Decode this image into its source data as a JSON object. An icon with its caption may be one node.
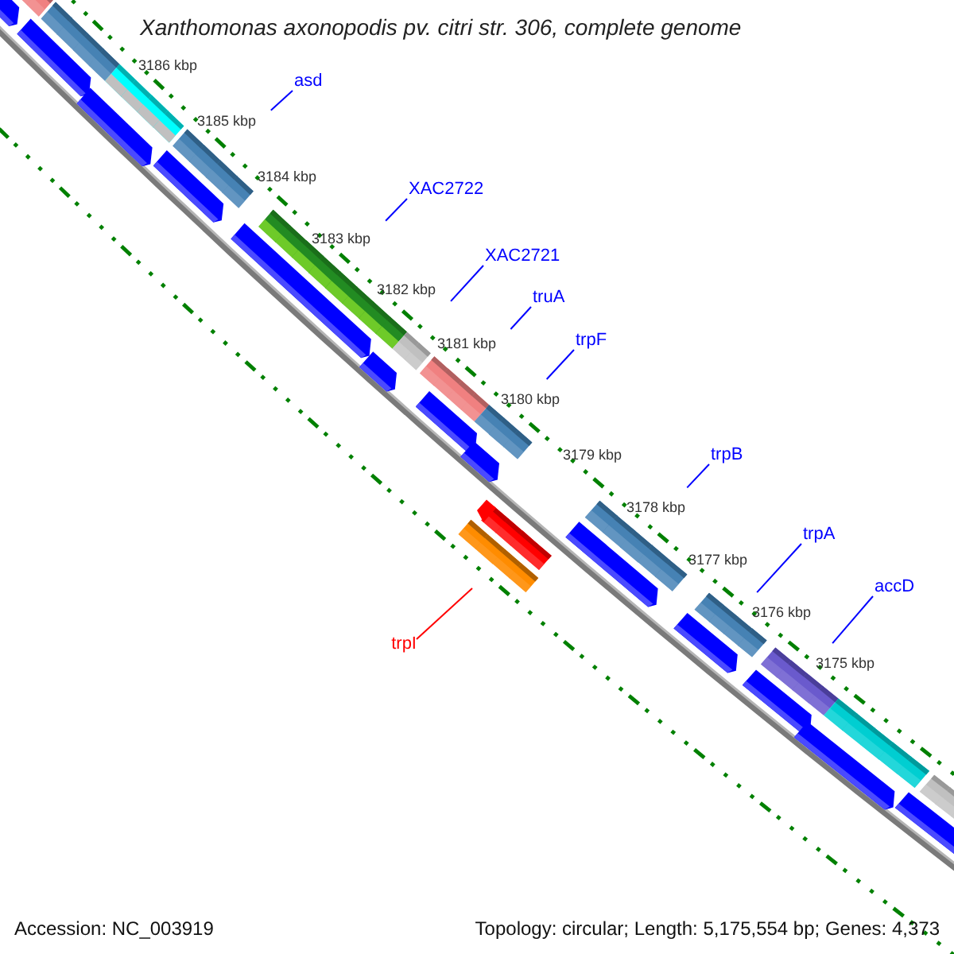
{
  "diagram": {
    "title": "Xanthomonas axonopodis pv. citri str. 306, complete genome",
    "nodes": [
      {
        "text": [
          "asd"
        ]
      },
      {
        "text": [
          "XAC2722"
        ]
      },
      {
        "text": [
          "XAC2721"
        ]
      },
      {
        "text": [
          "truA"
        ]
      },
      {
        "text": [
          "trpF"
        ]
      },
      {
        "text": [
          "trpB"
        ]
      },
      {
        "text": [
          "trpA"
        ]
      },
      {
        "text": [
          "accD"
        ]
      },
      {
        "text": [
          "trpI"
        ]
      }
    ],
    "edges": [
      {
        "from": 0,
        "to": null,
        "arrow": "none"
      },
      {
        "from": 1,
        "to": null,
        "arrow": "none"
      },
      {
        "from": 2,
        "to": null,
        "arrow": "none"
      },
      {
        "from": 3,
        "to": null,
        "arrow": "none"
      },
      {
        "from": 4,
        "to": null,
        "arrow": "none"
      },
      {
        "from": 5,
        "to": null,
        "arrow": "none"
      },
      {
        "from": 6,
        "to": null,
        "arrow": "none"
      },
      {
        "from": 7,
        "to": null,
        "arrow": "none"
      },
      {
        "from": 8,
        "to": null,
        "arrow": "none",
        "color": "#ff0000"
      }
    ],
    "labels": [
      "3186 kbp",
      "3185 kbp",
      "3184 kbp",
      "3183 kbp",
      "3182 kbp",
      "3181 kbp",
      "3180 kbp",
      "3179 kbp",
      "3178 kbp",
      "3177 kbp",
      "3176 kbp",
      "3175 kbp",
      "Accession: NC_003919",
      "Topology: circular; Length: 5,175,554 bp; Genes: 4,373"
    ]
  }
}
